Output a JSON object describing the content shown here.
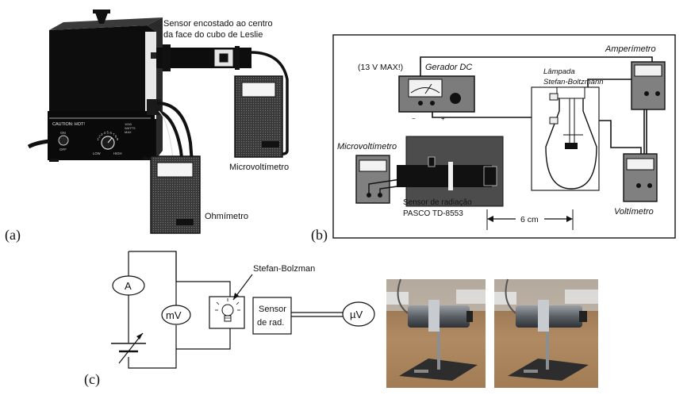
{
  "panel_a": {
    "label": "(a)",
    "sensor_note_line1": "Sensor encostado ao centro",
    "sensor_note_line2": "da face do cubo de Leslie",
    "microvoltmeter": "Microvoltímetro",
    "ohmmeter": "Ohmímetro",
    "caution": "CAUTION: HOT!",
    "switch_on": "ON",
    "switch_off": "OFF",
    "dial_low": "LOW",
    "dial_high": "HIGH",
    "dial_numbers": [
      "1",
      "2",
      "3",
      "4",
      "5",
      "6",
      "7",
      "8",
      "9"
    ],
    "watt_label_1": "1000",
    "watt_label_2": "WATTS",
    "watt_label_3": "MAX"
  },
  "panel_b": {
    "label": "(b)",
    "max_voltage": "(13 V MAX!)",
    "dc_generator": "Gerador DC",
    "lamp_line1": "Lâmpada",
    "lamp_line2": "Stefan-Boltzmann",
    "ammeter": "Amperímetro",
    "microvoltmeter": "Microvoltímetro",
    "sensor_line1": "Sensor de radiação",
    "sensor_line2": "PASCO TD-8553",
    "distance": "6 cm",
    "voltmeter": "Voltímetro"
  },
  "panel_c": {
    "label": "(c)",
    "ammeter": "A",
    "millivoltmeter": "mV",
    "lamp": "Stefan-Bolzman",
    "sensor_line1": "Sensor",
    "sensor_line2": "de rad.",
    "microvoltmeter": "µV"
  }
}
